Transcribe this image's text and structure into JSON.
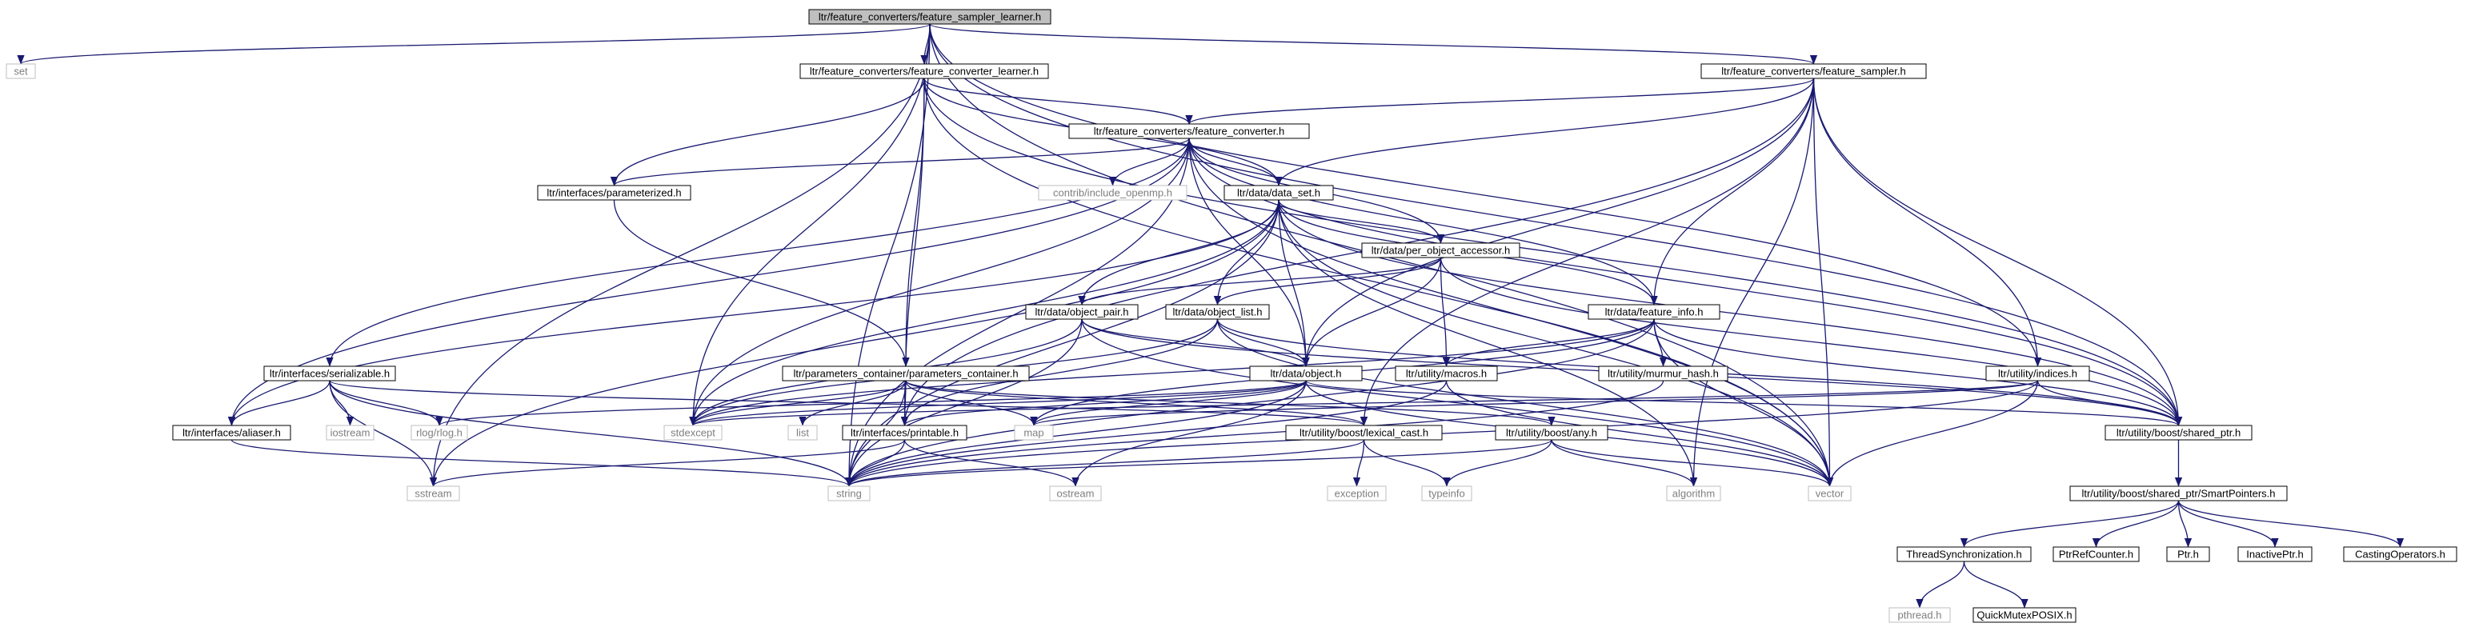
{
  "graph": {
    "nodes": [
      {
        "id": "root",
        "label": "ltr/feature_converters/feature_sampler_learner.h",
        "kind": "root"
      },
      {
        "id": "set",
        "label": "set",
        "kind": "system"
      },
      {
        "id": "fcl",
        "label": "ltr/feature_converters/feature_converter_learner.h",
        "kind": "header"
      },
      {
        "id": "fs",
        "label": "ltr/feature_converters/feature_sampler.h",
        "kind": "header"
      },
      {
        "id": "fc",
        "label": "ltr/feature_converters/feature_converter.h",
        "kind": "header"
      },
      {
        "id": "param",
        "label": "ltr/interfaces/parameterized.h",
        "kind": "header"
      },
      {
        "id": "omp",
        "label": "contrib/include_openmp.h",
        "kind": "system"
      },
      {
        "id": "ds",
        "label": "ltr/data/data_set.h",
        "kind": "header"
      },
      {
        "id": "poa",
        "label": "ltr/data/per_object_accessor.h",
        "kind": "header"
      },
      {
        "id": "op",
        "label": "ltr/data/object_pair.h",
        "kind": "header"
      },
      {
        "id": "ol",
        "label": "ltr/data/object_list.h",
        "kind": "header"
      },
      {
        "id": "fi",
        "label": "ltr/data/feature_info.h",
        "kind": "header"
      },
      {
        "id": "ser",
        "label": "ltr/interfaces/serializable.h",
        "kind": "header"
      },
      {
        "id": "pc",
        "label": "ltr/parameters_container/parameters_container.h",
        "kind": "header"
      },
      {
        "id": "obj",
        "label": "ltr/data/object.h",
        "kind": "header"
      },
      {
        "id": "macros",
        "label": "ltr/utility/macros.h",
        "kind": "header"
      },
      {
        "id": "murmur",
        "label": "ltr/utility/murmur_hash.h",
        "kind": "header"
      },
      {
        "id": "indices",
        "label": "ltr/utility/indices.h",
        "kind": "header"
      },
      {
        "id": "aliaser",
        "label": "ltr/interfaces/aliaser.h",
        "kind": "header"
      },
      {
        "id": "iostream",
        "label": "iostream",
        "kind": "system"
      },
      {
        "id": "rlog",
        "label": "rlog/rlog.h",
        "kind": "system"
      },
      {
        "id": "stdexcept",
        "label": "stdexcept",
        "kind": "system"
      },
      {
        "id": "list",
        "label": "list",
        "kind": "system"
      },
      {
        "id": "printable",
        "label": "ltr/interfaces/printable.h",
        "kind": "header"
      },
      {
        "id": "map",
        "label": "map",
        "kind": "system"
      },
      {
        "id": "lexcast",
        "label": "ltr/utility/boost/lexical_cast.h",
        "kind": "header"
      },
      {
        "id": "any",
        "label": "ltr/utility/boost/any.h",
        "kind": "header"
      },
      {
        "id": "sptr",
        "label": "ltr/utility/boost/shared_ptr.h",
        "kind": "header"
      },
      {
        "id": "sstream",
        "label": "sstream",
        "kind": "system"
      },
      {
        "id": "string",
        "label": "string",
        "kind": "system"
      },
      {
        "id": "ostream",
        "label": "ostream",
        "kind": "system"
      },
      {
        "id": "exception",
        "label": "exception",
        "kind": "system"
      },
      {
        "id": "typeinfo",
        "label": "typeinfo",
        "kind": "system"
      },
      {
        "id": "algorithm",
        "label": "algorithm",
        "kind": "system"
      },
      {
        "id": "vector",
        "label": "vector",
        "kind": "system"
      },
      {
        "id": "smart",
        "label": "ltr/utility/boost/shared_ptr/SmartPointers.h",
        "kind": "header"
      },
      {
        "id": "thread",
        "label": "ThreadSynchronization.h",
        "kind": "header"
      },
      {
        "id": "prc",
        "label": "PtrRefCounter.h",
        "kind": "header"
      },
      {
        "id": "ptr",
        "label": "Ptr.h",
        "kind": "header"
      },
      {
        "id": "iptr",
        "label": "InactivePtr.h",
        "kind": "header"
      },
      {
        "id": "cast",
        "label": "CastingOperators.h",
        "kind": "header"
      },
      {
        "id": "pthread",
        "label": "pthread.h",
        "kind": "system"
      },
      {
        "id": "qm",
        "label": "QuickMutexPOSIX.h",
        "kind": "header"
      }
    ],
    "edges": [
      [
        "root",
        "set"
      ],
      [
        "root",
        "fcl"
      ],
      [
        "root",
        "fs"
      ],
      [
        "root",
        "sstream"
      ],
      [
        "root",
        "string"
      ],
      [
        "root",
        "stdexcept"
      ],
      [
        "root",
        "sptr"
      ],
      [
        "root",
        "vector"
      ],
      [
        "root",
        "indices"
      ],
      [
        "fcl",
        "param"
      ],
      [
        "fcl",
        "fc"
      ],
      [
        "fcl",
        "ds"
      ],
      [
        "fcl",
        "pc"
      ],
      [
        "fcl",
        "printable"
      ],
      [
        "fcl",
        "sptr"
      ],
      [
        "fcl",
        "vector"
      ],
      [
        "fs",
        "fc"
      ],
      [
        "fs",
        "ds"
      ],
      [
        "fs",
        "fi"
      ],
      [
        "fs",
        "obj"
      ],
      [
        "fs",
        "indices"
      ],
      [
        "fs",
        "sptr"
      ],
      [
        "fs",
        "algorithm"
      ],
      [
        "fs",
        "vector"
      ],
      [
        "fs",
        "lexcast"
      ],
      [
        "fs",
        "printable"
      ],
      [
        "fc",
        "param"
      ],
      [
        "fc",
        "omp"
      ],
      [
        "fc",
        "ds"
      ],
      [
        "fc",
        "poa"
      ],
      [
        "fc",
        "fi"
      ],
      [
        "fc",
        "obj"
      ],
      [
        "fc",
        "ser"
      ],
      [
        "fc",
        "aliaser"
      ],
      [
        "fc",
        "sptr"
      ],
      [
        "fc",
        "stdexcept"
      ],
      [
        "fc",
        "string"
      ],
      [
        "fc",
        "vector"
      ],
      [
        "param",
        "pc"
      ],
      [
        "ds",
        "poa"
      ],
      [
        "ds",
        "op"
      ],
      [
        "ds",
        "ol"
      ],
      [
        "ds",
        "obj"
      ],
      [
        "ds",
        "fi"
      ],
      [
        "ds",
        "aliaser"
      ],
      [
        "ds",
        "sptr"
      ],
      [
        "ds",
        "stdexcept"
      ],
      [
        "ds",
        "string"
      ],
      [
        "ds",
        "vector"
      ],
      [
        "ds",
        "sstream"
      ],
      [
        "ds",
        "algorithm"
      ],
      [
        "poa",
        "op"
      ],
      [
        "poa",
        "ol"
      ],
      [
        "poa",
        "obj"
      ],
      [
        "poa",
        "macros"
      ],
      [
        "poa",
        "sptr"
      ],
      [
        "op",
        "obj"
      ],
      [
        "op",
        "stdexcept"
      ],
      [
        "op",
        "string"
      ],
      [
        "op",
        "sptr"
      ],
      [
        "op",
        "vector"
      ],
      [
        "ol",
        "obj"
      ],
      [
        "ol",
        "stdexcept"
      ],
      [
        "ol",
        "sptr"
      ],
      [
        "ol",
        "printable"
      ],
      [
        "ol",
        "vector"
      ],
      [
        "fi",
        "macros"
      ],
      [
        "fi",
        "murmur"
      ],
      [
        "fi",
        "map"
      ],
      [
        "fi",
        "string"
      ],
      [
        "fi",
        "vector"
      ],
      [
        "fi",
        "sptr"
      ],
      [
        "fi",
        "stdexcept"
      ],
      [
        "ser",
        "aliaser"
      ],
      [
        "ser",
        "iostream"
      ],
      [
        "ser",
        "rlog"
      ],
      [
        "ser",
        "string"
      ],
      [
        "ser",
        "sstream"
      ],
      [
        "ser",
        "lexcast"
      ],
      [
        "pc",
        "stdexcept"
      ],
      [
        "pc",
        "list"
      ],
      [
        "pc",
        "printable"
      ],
      [
        "pc",
        "map"
      ],
      [
        "pc",
        "lexcast"
      ],
      [
        "pc",
        "any"
      ],
      [
        "pc",
        "string"
      ],
      [
        "obj",
        "printable"
      ],
      [
        "obj",
        "map"
      ],
      [
        "obj",
        "string"
      ],
      [
        "obj",
        "stdexcept"
      ],
      [
        "obj",
        "ostream"
      ],
      [
        "obj",
        "vector"
      ],
      [
        "obj",
        "sptr"
      ],
      [
        "obj",
        "rlog"
      ],
      [
        "macros",
        "vector"
      ],
      [
        "macros",
        "string"
      ],
      [
        "murmur",
        "string"
      ],
      [
        "indices",
        "sptr"
      ],
      [
        "indices",
        "vector"
      ],
      [
        "indices",
        "map"
      ],
      [
        "indices",
        "stdexcept"
      ],
      [
        "indices",
        "string"
      ],
      [
        "aliaser",
        "string"
      ],
      [
        "printable",
        "string"
      ],
      [
        "printable",
        "sstream"
      ],
      [
        "printable",
        "ostream"
      ],
      [
        "lexcast",
        "exception"
      ],
      [
        "lexcast",
        "typeinfo"
      ],
      [
        "lexcast",
        "string"
      ],
      [
        "any",
        "typeinfo"
      ],
      [
        "any",
        "algorithm"
      ],
      [
        "any",
        "string"
      ],
      [
        "any",
        "vector"
      ],
      [
        "sptr",
        "smart"
      ],
      [
        "smart",
        "thread"
      ],
      [
        "smart",
        "prc"
      ],
      [
        "smart",
        "ptr"
      ],
      [
        "smart",
        "iptr"
      ],
      [
        "smart",
        "cast"
      ],
      [
        "thread",
        "pthread"
      ],
      [
        "thread",
        "qm"
      ]
    ]
  }
}
